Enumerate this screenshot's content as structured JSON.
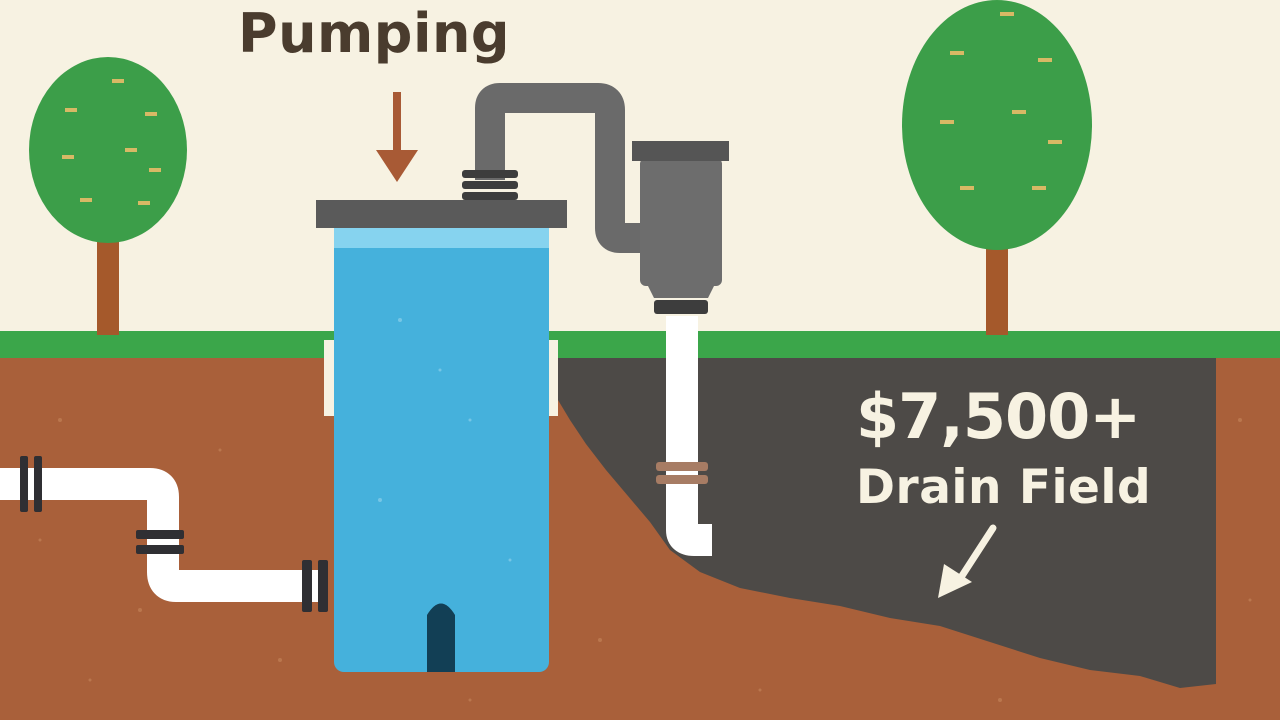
{
  "labels": {
    "pumping": "Pumping",
    "price": "$7,500+",
    "drain_field": "Drain Field"
  },
  "colors": {
    "sky": "#f7f2e2",
    "grass": "#3ba64a",
    "soil": "#a9603a",
    "drain_field": "#4d4a47",
    "tank_water": "#45b1dc",
    "tank_lid": "#5a5a5a",
    "filter_housing": "#6d6d6d",
    "pipe": "#ffffff",
    "tree_foliage": "#3c9e49",
    "tree_trunk": "#a5592b",
    "arrow_brown": "#a85a35",
    "text_dark": "#4a3c2e",
    "text_light": "#f7f2e2"
  },
  "icons": [
    "tree-icon",
    "down-arrow-icon",
    "pointer-arrow-icon"
  ]
}
